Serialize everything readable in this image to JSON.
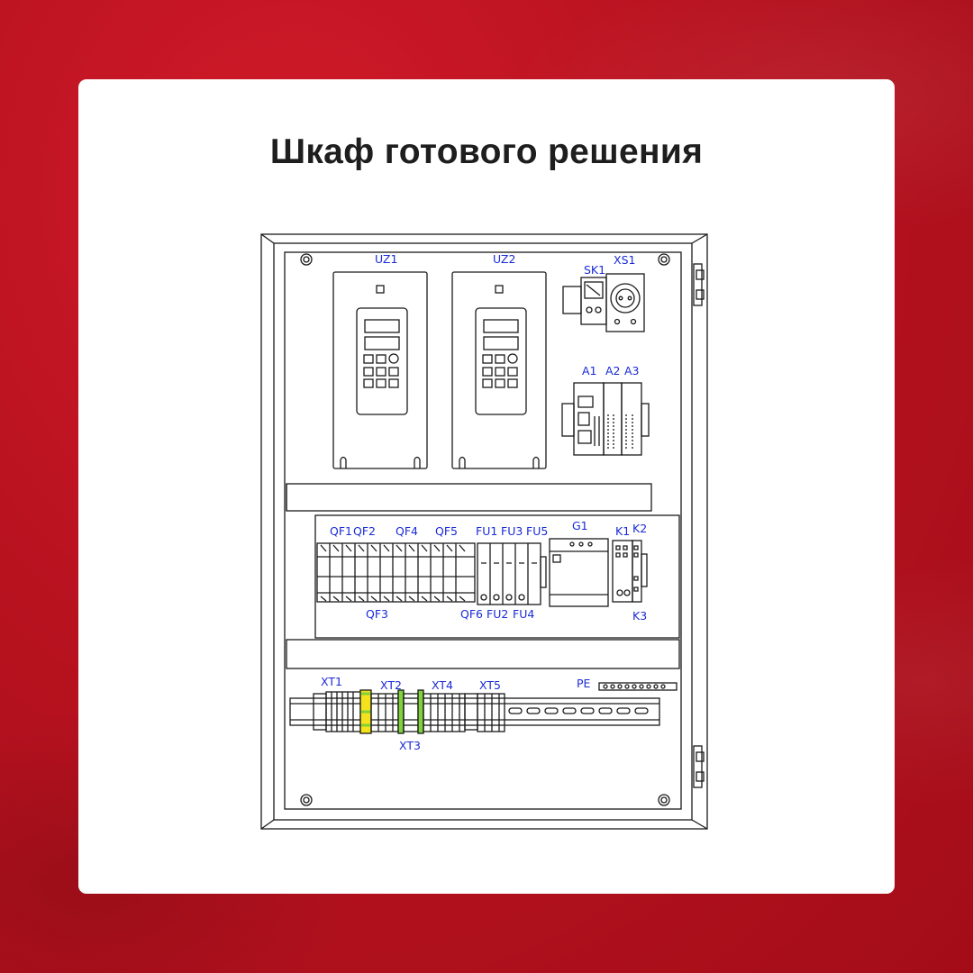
{
  "title": "Шкаф готового решения",
  "colors": {
    "background": "#b8121f",
    "card": "#ffffff",
    "line": "#1a1a1a",
    "label": "#1a2bd6",
    "terminal_green": "#7fd23a",
    "terminal_yellow": "#f5e21c"
  },
  "labels": {
    "uz1": "UZ1",
    "uz2": "UZ2",
    "sk1": "SK1",
    "xs1": "XS1",
    "a1": "A1",
    "a2": "A2",
    "a3": "A3",
    "qf1": "QF1",
    "qf2": "QF2",
    "qf4": "QF4",
    "qf5": "QF5",
    "fu1": "FU1",
    "fu3": "FU3",
    "fu5": "FU5",
    "g1": "G1",
    "k1": "K1",
    "k2": "K2",
    "qf3": "QF3",
    "qf6": "QF6",
    "fu2": "FU2",
    "fu4": "FU4",
    "k3": "K3",
    "xt1": "XT1",
    "xt2": "XT2",
    "xt4": "XT4",
    "xt5": "XT5",
    "pe": "PE",
    "xt3": "XT3"
  }
}
